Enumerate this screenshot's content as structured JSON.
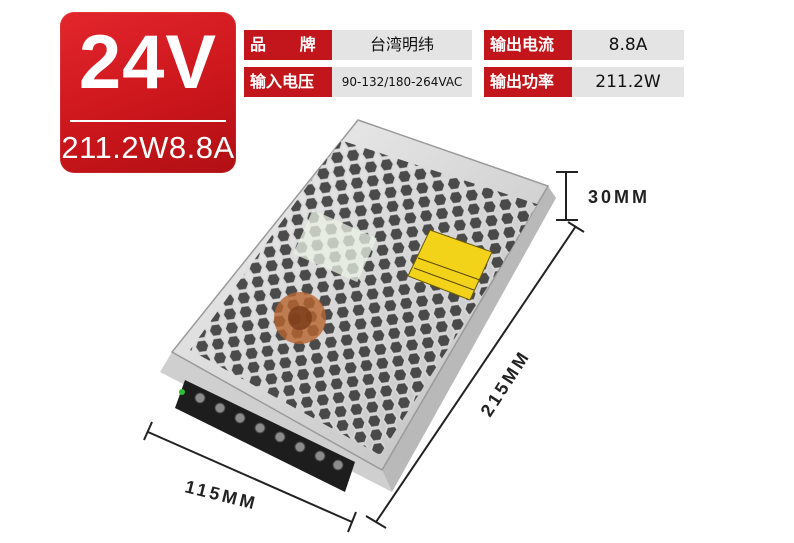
{
  "badge": {
    "voltage": "24V",
    "rating": "211.2W8.8A"
  },
  "specs": [
    {
      "label": "品  牌",
      "value": "台湾明纬"
    },
    {
      "label": "输入电压",
      "value": "90-132/180-264VAC"
    },
    {
      "label": "输出电流",
      "value": "8.8A"
    },
    {
      "label": "输出功率",
      "value": "211.2W"
    }
  ],
  "dimensions": {
    "height": "30MM",
    "length": "215MM",
    "width": "115MM"
  },
  "colors": {
    "brand_red": "#c3161c",
    "badge_red": "#d81e24",
    "cell_gray": "#e4e4e4",
    "warning_label": "#f3d21a"
  }
}
